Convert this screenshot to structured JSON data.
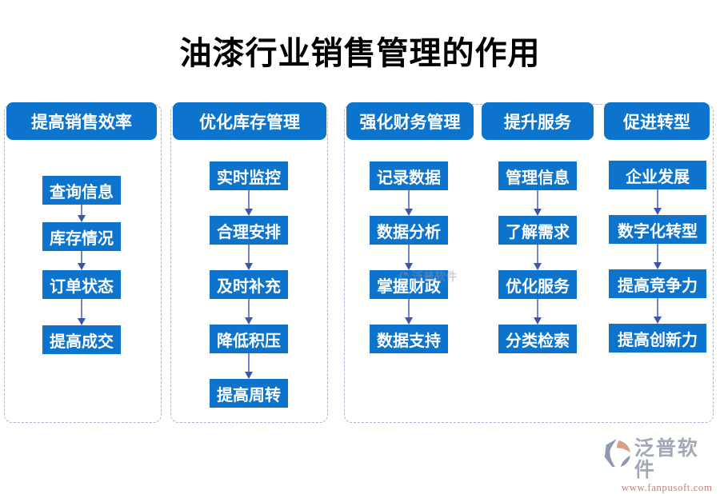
{
  "title": "油漆行业销售管理的作用",
  "columns": [
    {
      "header": "提高销售效率",
      "items": [
        "查询信息",
        "库存情况",
        "订单状态",
        "提高成交"
      ]
    },
    {
      "header": "优化库存管理",
      "items": [
        "实时监控",
        "合理安排",
        "及时补充",
        "降低积压",
        "提高周转"
      ]
    },
    {
      "header": "强化财务管理",
      "items": [
        "记录数据",
        "数据分析",
        "掌握财政",
        "数据支持"
      ]
    },
    {
      "header": "提升服务",
      "items": [
        "管理信息",
        "了解需求",
        "优化服务",
        "分类检索"
      ]
    },
    {
      "header": "促进转型",
      "items": [
        "企业发展",
        "数字化转型",
        "提高竞争力",
        "提高创新力"
      ]
    }
  ],
  "watermark": "泛普软件",
  "footer": {
    "brand": "泛普软件",
    "url": "www.fanpusoft.com"
  },
  "colors": {
    "primary": "#0d74cd",
    "dashed": "#a9b5ce",
    "arrow_line": "#7583cb",
    "arrow_head": "#3c57a8",
    "brand": "#a2a8b4",
    "url": "#c5827a"
  }
}
